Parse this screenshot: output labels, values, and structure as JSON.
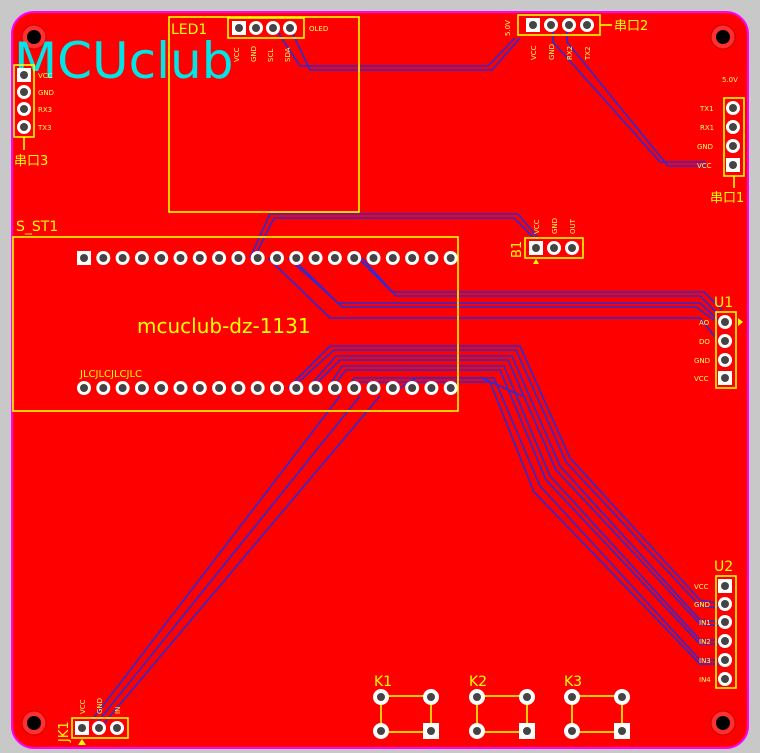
{
  "board": {
    "colors": {
      "copper": "#ff0000",
      "silkscreen": "#ffff00",
      "trace": "#2b2bd8",
      "outline": "#ff00ff",
      "background": "#c8c8c8",
      "logo": "#00e5e5"
    },
    "logo_text": "MCUclub",
    "board_title": "mcuclub-dz-1131"
  },
  "components": {
    "led1": {
      "designator": "LED1",
      "part": "OLED",
      "pins": [
        "VCC",
        "GND",
        "SCL",
        "SDA"
      ]
    },
    "uart2": {
      "designator": "串口2",
      "pins": [
        "VCC",
        "GND",
        "RX2",
        "TX2"
      ],
      "note": "5.0V"
    },
    "uart3": {
      "designator": "串口3",
      "pins": [
        "VCC",
        "GND",
        "RX3",
        "TX3"
      ]
    },
    "uart1": {
      "designator": "串口1",
      "pins": [
        "TX1",
        "RX1",
        "GND",
        "VCC"
      ],
      "note": "5.0V"
    },
    "mcu": {
      "designator": "S_ST1",
      "label": "mcuclub-dz-1131",
      "silk": "JLCJLCJLCJLC"
    },
    "b1": {
      "designator": "B1",
      "pins": [
        "VCC",
        "GND",
        "OUT"
      ]
    },
    "u1": {
      "designator": "U1",
      "pins": [
        "AO",
        "DO",
        "GND",
        "VCC"
      ]
    },
    "u2": {
      "designator": "U2",
      "pins": [
        "VCC",
        "GND",
        "IN1",
        "IN2",
        "IN3",
        "IN4"
      ]
    },
    "jk1": {
      "designator": "JK1",
      "pins": [
        "VCC",
        "GND",
        "IN"
      ]
    },
    "k1": {
      "designator": "K1"
    },
    "k2": {
      "designator": "K2"
    },
    "k3": {
      "designator": "K3"
    }
  }
}
